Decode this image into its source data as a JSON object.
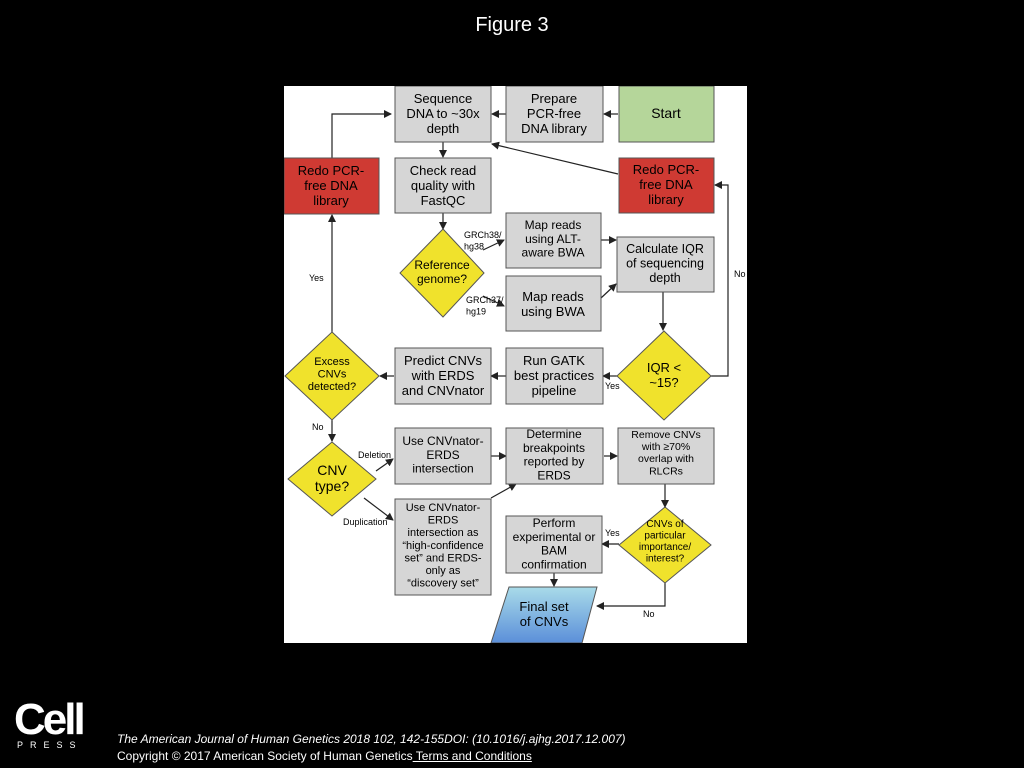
{
  "figure": {
    "title": "Figure 3"
  },
  "nodes": {
    "sequence": [
      "Sequence",
      "DNA to ~30x",
      "depth"
    ],
    "prepare": [
      "Prepare",
      "PCR-free",
      "DNA library"
    ],
    "start": [
      "Start"
    ],
    "redo_left": [
      "Redo PCR-",
      "free DNA",
      "library"
    ],
    "check_read": [
      "Check read",
      "quality with",
      "FastQC"
    ],
    "redo_right": [
      "Redo PCR-",
      "free DNA",
      "library"
    ],
    "map_alt": [
      "Map reads",
      "using ALT-",
      "aware BWA"
    ],
    "calc_iqr": [
      "Calculate IQR",
      "of sequencing",
      "depth"
    ],
    "reference": [
      "Reference",
      "genome?"
    ],
    "map_bwa": [
      "Map reads",
      "using BWA"
    ],
    "excess": [
      "Excess",
      "CNVs",
      "detected?"
    ],
    "predict": [
      "Predict CNVs",
      "with ERDS",
      "and CNVnator"
    ],
    "gatk": [
      "Run GATK",
      "best practices",
      "pipeline"
    ],
    "iqr": [
      "IQR  <",
      "~15?"
    ],
    "cnv_type": [
      "CNV",
      "type?"
    ],
    "use_intersection": [
      "Use CNVnator-",
      "ERDS",
      "intersection"
    ],
    "breakpoints": [
      "Determine",
      "breakpoints",
      "reported by",
      "ERDS"
    ],
    "remove": [
      "Remove CNVs",
      "with ≥70%",
      "overlap with",
      "RLCRs"
    ],
    "use_intersection_hc": [
      "Use CNVnator-",
      "ERDS",
      "intersection as",
      "“high-confidence",
      "set” and ERDS-",
      "only as",
      "“discovery set”"
    ],
    "perform": [
      "Perform",
      "experimental or",
      "BAM",
      "confirmation"
    ],
    "particular": [
      "CNVs of",
      "particular",
      "importance/",
      "interest?"
    ],
    "final": [
      "Final set",
      "of CNVs"
    ]
  },
  "edge_labels": {
    "grch38": [
      "GRCh38/",
      "hg38"
    ],
    "grch37": [
      "GRCh37/",
      "hg19"
    ],
    "yes_redo": "Yes",
    "no_iqr": "No",
    "yes_iqr": "Yes",
    "no_excess": "No",
    "deletion": "Deletion",
    "duplication": "Duplication",
    "yes_particular": "Yes",
    "no_particular": "No"
  },
  "colors": {
    "gray_box": "#d6d6d6",
    "start_green": "#b5d69a",
    "redo_red": "#cf3a33",
    "decision_yellow": "#f0e22c",
    "final_gradient_top": "#a9dbe9",
    "final_gradient_bottom": "#5b8fd9"
  },
  "footer": {
    "logo_text": "Cell",
    "logo_sub": "PRESS",
    "citation": "The American Journal of Human Genetics 2018 102, 142-155DOI: (10.1016/j.ajhg.2017.12.007)",
    "copyright": "Copyright © 2017 American Society of Human Genetics",
    "terms": " Terms and Conditions"
  }
}
